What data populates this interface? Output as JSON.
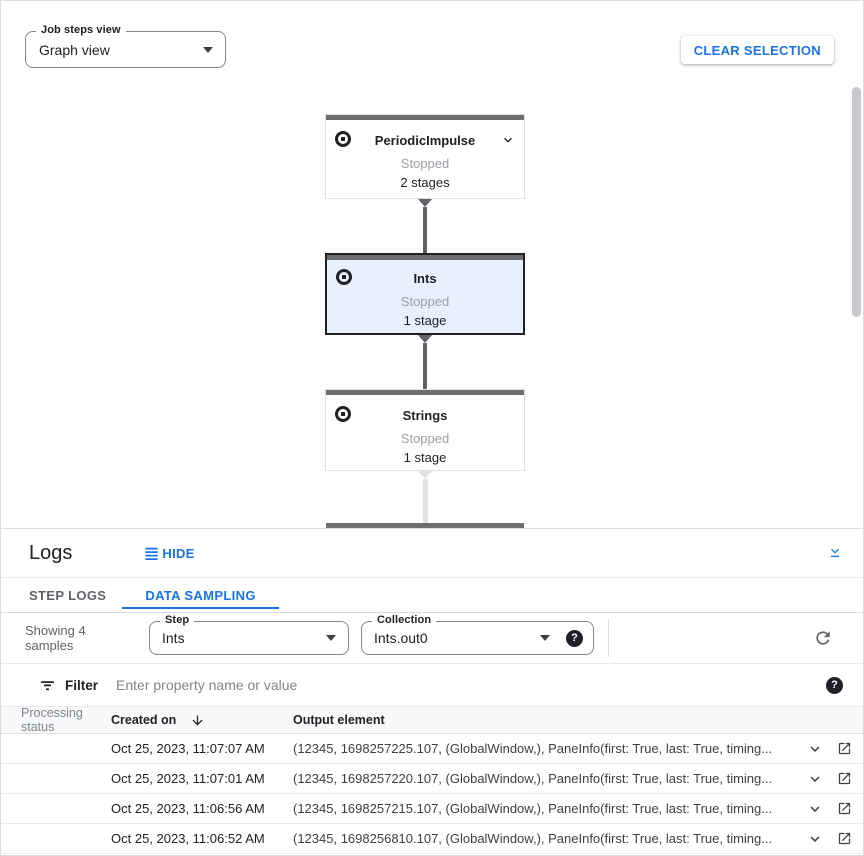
{
  "colors": {
    "accent": "#1a73e8",
    "selected_node_bg": "#e8f0fe",
    "node_top_bar": "#6e6e6e",
    "status_text_gray": "#9aa0a6"
  },
  "toolbar": {
    "job_steps_view_label": "Job steps view",
    "job_steps_view_value": "Graph view",
    "clear_selection_label": "CLEAR SELECTION"
  },
  "graph": {
    "nodes": [
      {
        "title": "PeriodicImpulse",
        "status": "Stopped",
        "stages": "2 stages",
        "selected": false
      },
      {
        "title": "Ints",
        "status": "Stopped",
        "stages": "1 stage",
        "selected": true
      },
      {
        "title": "Strings",
        "status": "Stopped",
        "stages": "1 stage",
        "selected": false
      }
    ]
  },
  "logs": {
    "title": "Logs",
    "hide_label": "HIDE",
    "tabs": [
      {
        "label": "STEP LOGS",
        "active": false
      },
      {
        "label": "DATA SAMPLING",
        "active": true
      }
    ],
    "showing_text": "Showing 4 samples",
    "step_select": {
      "label": "Step",
      "value": "Ints"
    },
    "collection_select": {
      "label": "Collection",
      "value": "Ints.out0"
    },
    "filter": {
      "label": "Filter",
      "placeholder": "Enter property name or value"
    },
    "table": {
      "columns": [
        "Processing status",
        "Created on",
        "Output element"
      ],
      "rows": [
        {
          "created_on": "Oct 25, 2023, 11:07:07 AM",
          "output_element": "(12345, 1698257225.107, (GlobalWindow,), PaneInfo(first: True, last: True, timing..."
        },
        {
          "created_on": "Oct 25, 2023, 11:07:01 AM",
          "output_element": "(12345, 1698257220.107, (GlobalWindow,), PaneInfo(first: True, last: True, timing..."
        },
        {
          "created_on": "Oct 25, 2023, 11:06:56 AM",
          "output_element": "(12345, 1698257215.107, (GlobalWindow,), PaneInfo(first: True, last: True, timing..."
        },
        {
          "created_on": "Oct 25, 2023, 11:06:52 AM",
          "output_element": "(12345, 1698256810.107, (GlobalWindow,), PaneInfo(first: True, last: True, timing..."
        }
      ]
    }
  },
  "icons": {
    "help_glyph": "?"
  }
}
